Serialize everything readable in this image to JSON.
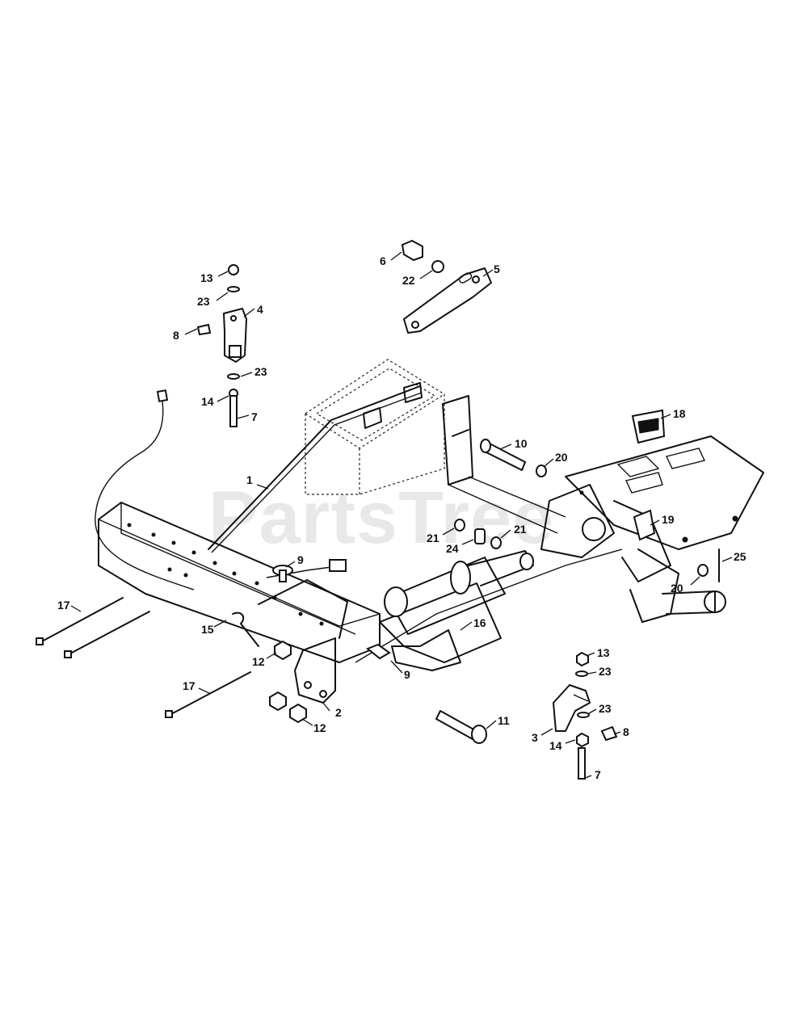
{
  "watermark": "PartsTree",
  "callouts": {
    "c1": "1",
    "c2": "2",
    "c3": "3",
    "c4": "4",
    "c5": "5",
    "c6": "6",
    "c7a": "7",
    "c7b": "7",
    "c8a": "8",
    "c8b": "8",
    "c9a": "9",
    "c9b": "9",
    "c10": "10",
    "c11": "11",
    "c12a": "12",
    "c12b": "12",
    "c13a": "13",
    "c13b": "13",
    "c14a": "14",
    "c14b": "14",
    "c15": "15",
    "c16": "16",
    "c17a": "17",
    "c17b": "17",
    "c18": "18",
    "c19": "19",
    "c20a": "20",
    "c20b": "20",
    "c21a": "21",
    "c21b": "21",
    "c22": "22",
    "c23a": "23",
    "c23b": "23",
    "c23c": "23",
    "c23d": "23",
    "c24": "24",
    "c25": "25"
  }
}
